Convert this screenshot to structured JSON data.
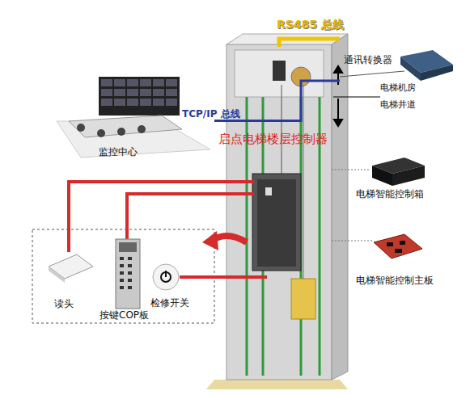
{
  "diagram": {
    "nodes": [
      {
        "text": [
          "监控中心"
        ]
      },
      {
        "text": [
          "通讯转换器"
        ]
      },
      {
        "text": [
          "电梯智能控制箱"
        ]
      },
      {
        "text": [
          "电梯智能控制主板"
        ]
      },
      {
        "text": [
          "读头"
        ]
      },
      {
        "text": [
          "按键COP板"
        ]
      },
      {
        "text": [
          "检修开关"
        ]
      }
    ],
    "edges": [
      {
        "from": 0,
        "to": 1,
        "label": "TCP/IP 总线",
        "arrow": "none"
      }
    ],
    "labels": [
      "RS485 总线",
      "电梯机房",
      "电梯井道",
      "启点电梯楼层控制器"
    ]
  }
}
